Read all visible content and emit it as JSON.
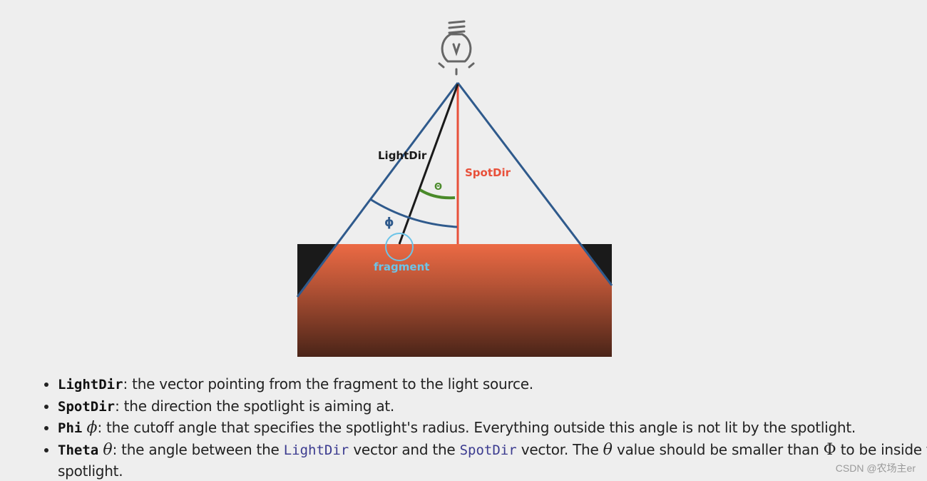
{
  "diagram": {
    "label_lightdir": "LightDir",
    "label_spotdir": "SpotDir",
    "label_theta": "Θ",
    "label_phi": "ϕ",
    "label_fragment": "fragment",
    "colors": {
      "cone": "#2f5a8c",
      "spotdir": "#e8503a",
      "lightdir": "#1a1a1a",
      "theta_arc": "#4a8a2a",
      "fragment": "#6cc4e8",
      "surface_top": "#ec6a44",
      "surface_bottom": "#4a2418",
      "corner": "#1a1a1a",
      "bulb": "#666666"
    }
  },
  "items": [
    {
      "term": "LightDir",
      "text": ": the vector pointing from the fragment to the light source."
    },
    {
      "term": "SpotDir",
      "text": ": the direction the spotlight is aiming at."
    },
    {
      "term": "Phi",
      "symbol": "ϕ",
      "text": ": the cutoff angle that specifies the spotlight's radius. Everything outside this angle is not lit by the spotlight."
    },
    {
      "term": "Theta",
      "symbol": "θ",
      "text_a": ": the angle between the ",
      "ref1": "LightDir",
      "text_b": " vector and the ",
      "ref2": "SpotDir",
      "text_c": " vector. The ",
      "symbol2": "θ",
      "text_d": " value should be smaller than ",
      "symbol3": "Φ",
      "text_e": " to be inside the spotlight."
    }
  ],
  "watermark": "CSDN @农场主er"
}
